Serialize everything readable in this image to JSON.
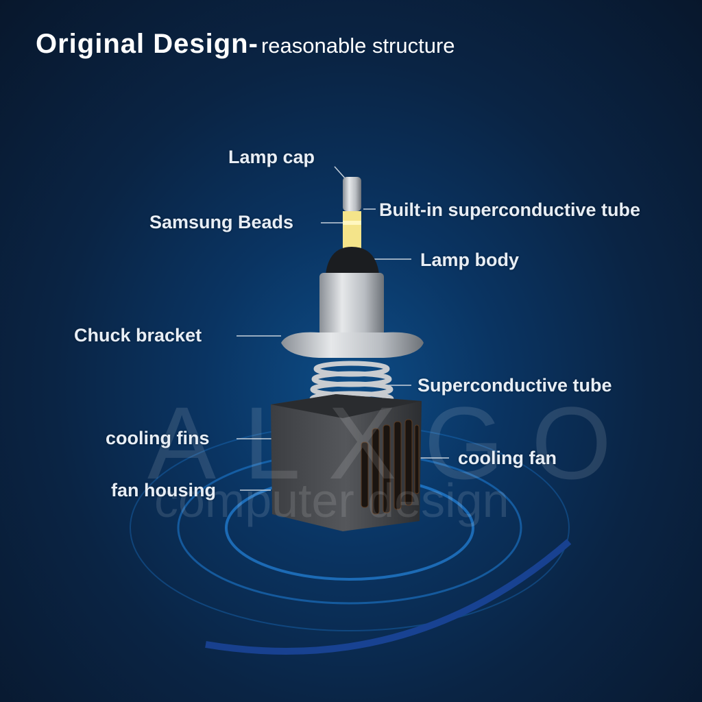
{
  "title": {
    "bold": "Original Design-",
    "rest": "reasonable structure"
  },
  "labels": {
    "lamp_cap": "Lamp cap",
    "built_in_tube": "Built-in superconductive tube",
    "samsung_beads": "Samsung Beads",
    "lamp_body": "Lamp body",
    "chuck_bracket": "Chuck bracket",
    "superconductive_tube": "Superconductive tube",
    "cooling_fins": "cooling fins",
    "cooling_fan": "cooling fan",
    "fan_housing": "fan housing"
  },
  "watermark": {
    "brand": "ALXGO",
    "sub": "computer design"
  }
}
